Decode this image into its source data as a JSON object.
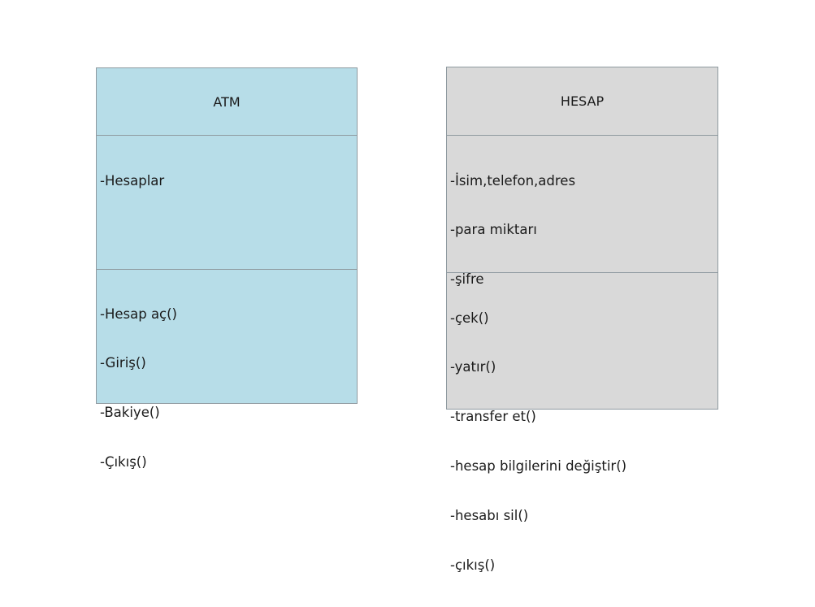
{
  "classes": {
    "atm": {
      "name": "ATM",
      "fill": "#b7dde8",
      "attributes": [
        "-Hesaplar"
      ],
      "operations": [
        "-Hesap aç()",
        "-Giriş()",
        "-Bakiye()",
        "-Çıkış()"
      ]
    },
    "hesap": {
      "name": "HESAP",
      "fill": "#d9d9d9",
      "attributes": [
        "-İsim,telefon,adres",
        "-para miktarı",
        "-şifre"
      ],
      "operations": [
        "-çek()",
        "-yatır()",
        "-transfer et()",
        "-hesap bilgilerini değiştir()",
        "-hesabı sil()",
        "-çıkış()"
      ]
    }
  }
}
